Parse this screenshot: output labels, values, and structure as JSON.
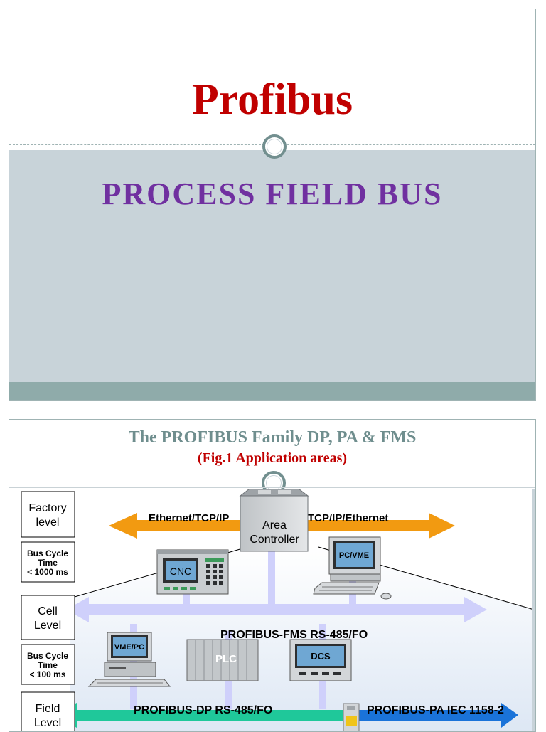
{
  "slide1": {
    "title": "Profibus",
    "subtitle": "PROCESS FIELD BUS"
  },
  "slide2": {
    "title": "The PROFIBUS Family  DP, PA & FMS",
    "subtitle": "(Fig.1 Application areas)"
  },
  "diagram": {
    "levels": {
      "factory_line1": "Factory",
      "factory_line2": "level",
      "factory_cycle": [
        "Bus Cycle",
        "Time",
        "< 1000 ms"
      ],
      "cell_line1": "Cell",
      "cell_line2": "Level",
      "cell_cycle": [
        "Bus Cycle",
        "Time",
        "< 100 ms"
      ],
      "field_line1": "Field",
      "field_line2": "Level"
    },
    "buses": {
      "ethernet_left": "Ethernet/TCP/IP",
      "ethernet_right": "TCP/IP/Ethernet",
      "fms": "PROFIBUS-FMS RS-485/FO",
      "dp": "PROFIBUS-DP RS-485/FO",
      "pa": "PROFIBUS-PA IEC 1158-2"
    },
    "devices": {
      "area_controller_line1": "Area",
      "area_controller_line2": "Controller",
      "cnc": "CNC",
      "pc_vme": "PC/VME",
      "vme_pc": "VME/PC",
      "plc": "PLC",
      "dcs": "DCS"
    },
    "colors": {
      "ethernet_arrow": "#f29a11",
      "fms_arrow": "#cfd0fb",
      "dp_arrow": "#1fc89a",
      "pa_arrow": "#1a73d9"
    }
  }
}
